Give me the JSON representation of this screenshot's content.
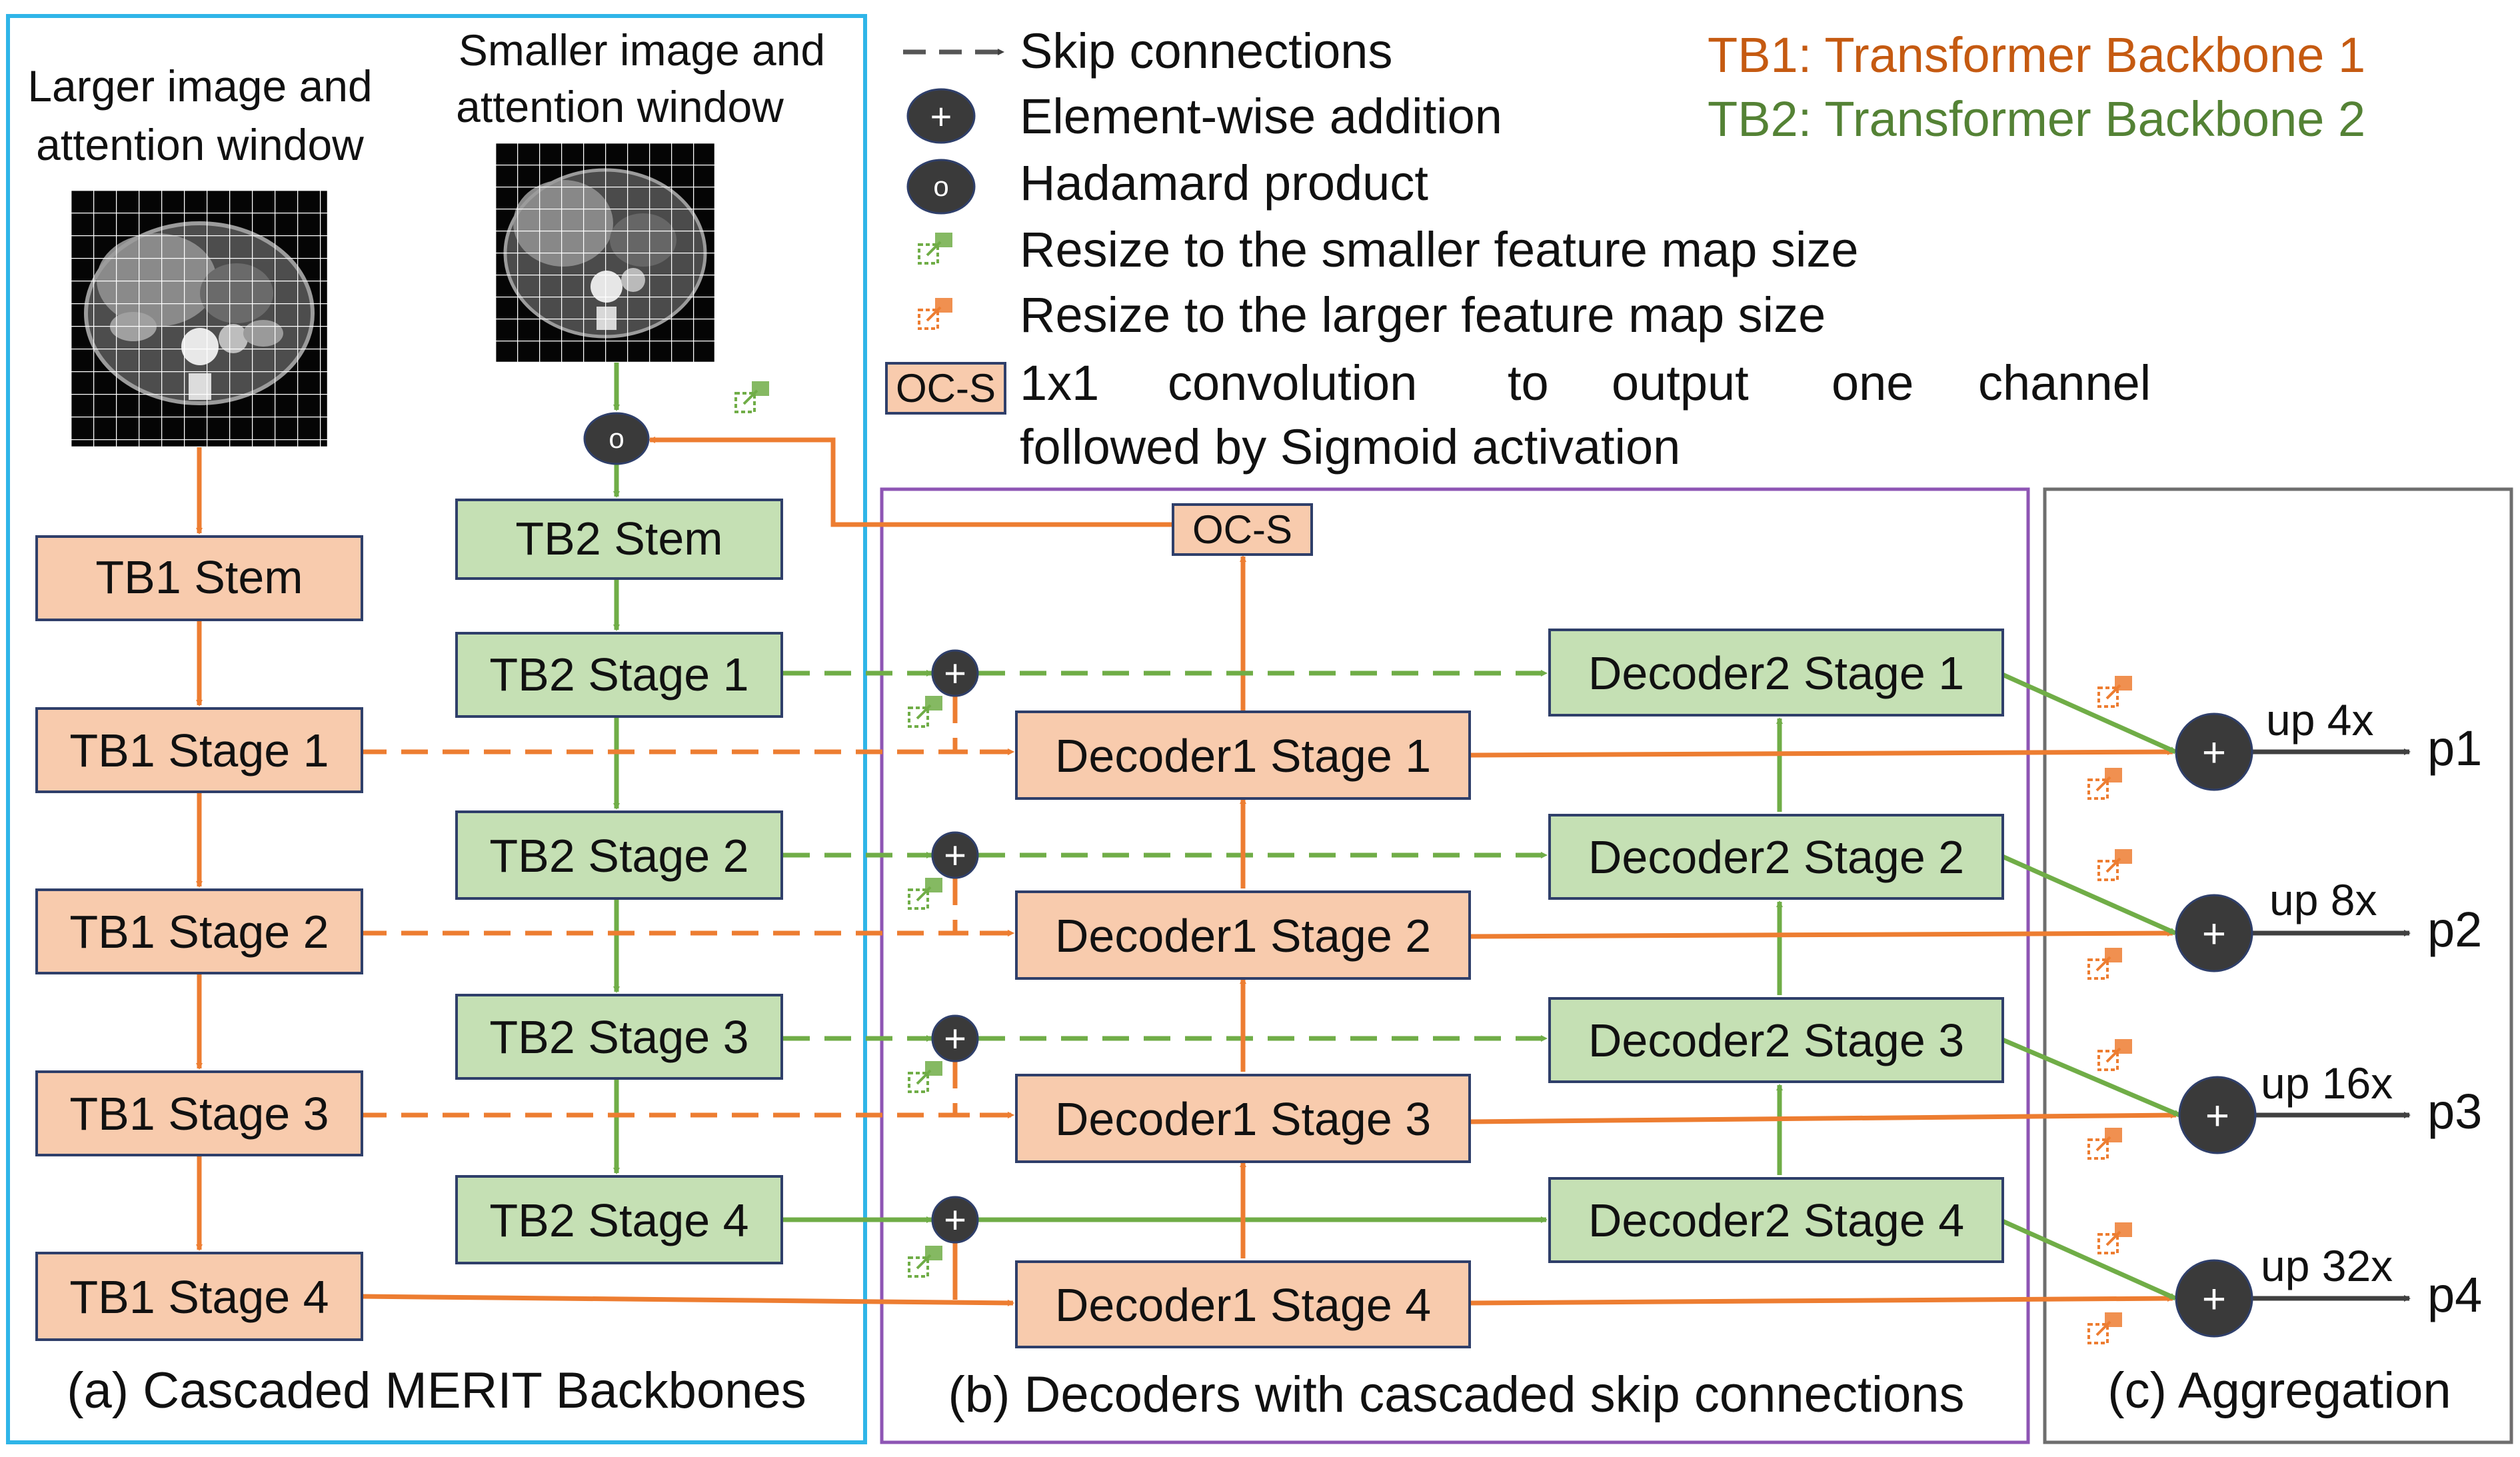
{
  "colors": {
    "tb1_fill": "#f8cbad",
    "tb1_stroke": "#2f3f6a",
    "tb2_fill": "#c5e0b4",
    "orange_line": "#ed7d31",
    "green_line": "#70ad47",
    "dark_node": "#3a3a3a",
    "panel_a": "#2fb5e8",
    "panel_b": "#8e55b4",
    "panel_c": "#6e6e6e",
    "tb1_legend": "#c55a11",
    "tb2_legend": "#548235"
  },
  "images": {
    "larger_title": [
      "Larger image and",
      "attention window"
    ],
    "smaller_title": [
      "Smaller image and",
      "attention window"
    ]
  },
  "legend": {
    "skip": "Skip connections",
    "add": "Element-wise addition",
    "add_symbol": "+",
    "hadamard": "Hadamard product",
    "hadamard_symbol": "o",
    "resize_small": "Resize to the smaller feature map size",
    "resize_large": "Resize to the larger feature map size",
    "ocs_box": "OC-S",
    "ocs_line1_words": [
      "1x1",
      "convolution",
      "to",
      "output",
      "one",
      "channel"
    ],
    "ocs_line2": "followed by Sigmoid activation",
    "tb1": "TB1: Transformer Backbone 1",
    "tb2": "TB2: Transformer Backbone 2"
  },
  "tb1": {
    "stem": "TB1 Stem",
    "stages": [
      "TB1 Stage 1",
      "TB1 Stage 2",
      "TB1 Stage 3",
      "TB1 Stage 4"
    ]
  },
  "tb2": {
    "stem": "TB2 Stem",
    "stages": [
      "TB2 Stage 1",
      "TB2 Stage 2",
      "TB2 Stage 3",
      "TB2 Stage 4"
    ]
  },
  "decoder1": [
    "Decoder1 Stage 1",
    "Decoder1 Stage 2",
    "Decoder1 Stage 3",
    "Decoder1 Stage 4"
  ],
  "decoder2": [
    "Decoder2 Stage 1",
    "Decoder2 Stage 2",
    "Decoder2 Stage 3",
    "Decoder2 Stage 4"
  ],
  "ocs": "OC-S",
  "hadamard_symbol": "o",
  "plus_symbol": "+",
  "aggregation": {
    "ups": [
      "up 4x",
      "up 8x",
      "up 16x",
      "up 32x"
    ],
    "outputs": [
      "p1",
      "p2",
      "p3",
      "p4"
    ]
  },
  "captions": {
    "a": "(a) Cascaded MERIT Backbones",
    "b": "(b) Decoders with cascaded skip connections",
    "c": "(c) Aggregation"
  }
}
